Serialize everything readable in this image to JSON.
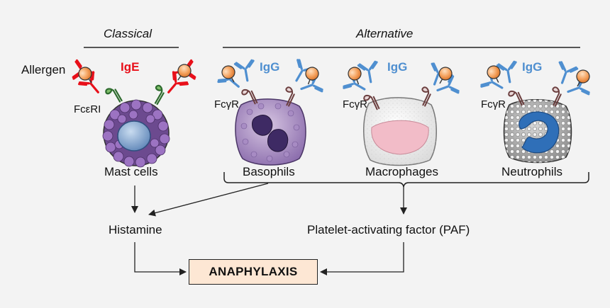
{
  "headers": {
    "classical": "Classical",
    "alternative": "Alternative"
  },
  "allergen": "Allergen",
  "antibodies": {
    "ige": "IgE",
    "igg": "IgG"
  },
  "receptors": {
    "fceri": "FcεRI",
    "fcgr": "FcγR"
  },
  "cells": {
    "mast": "Mast cells",
    "basophils": "Basophils",
    "macrophages": "Macrophages",
    "neutrophils": "Neutrophils"
  },
  "mediators": {
    "histamine": "Histamine",
    "paf": "Platelet-activating factor (PAF)"
  },
  "outcome": "ANAPHYLAXIS",
  "colors": {
    "ige": "#e8101a",
    "igg": "#4f8fd0",
    "allergen": "#f4a15d",
    "mast_cell": "#8c5fb0",
    "basophil": "#b79ac9",
    "macrophage": "#fbe0e0",
    "neutrophil": "#2f6fb8",
    "outcome_box": "#fde7d4"
  }
}
